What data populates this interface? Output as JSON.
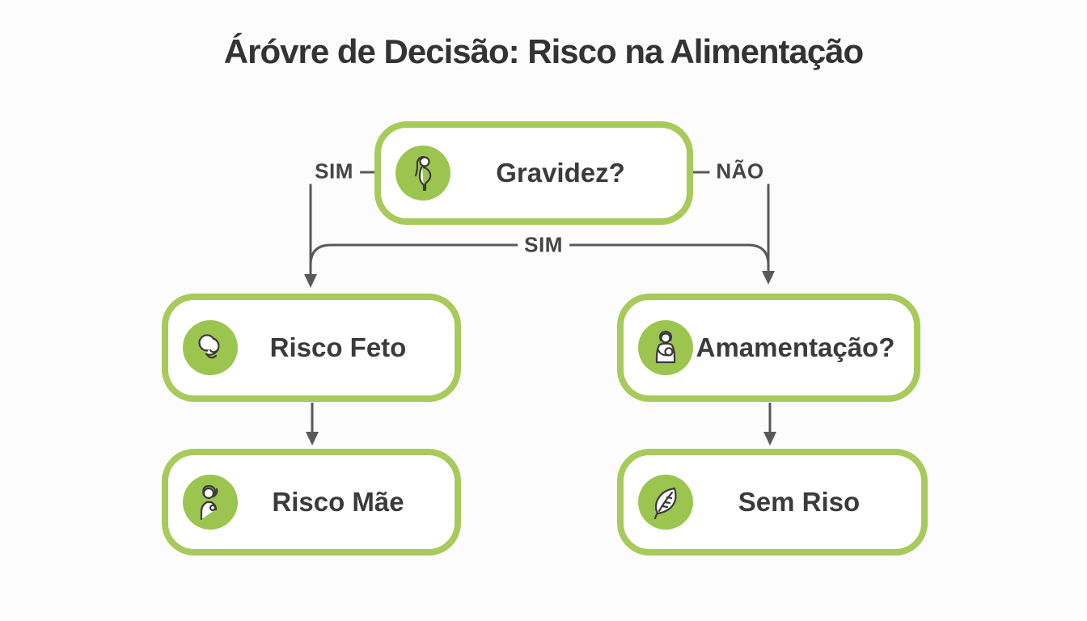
{
  "title": "Áróvre de Decisão: Risco na Alimentação",
  "colors": {
    "box_border_green": "#a7ca5b",
    "icon_circle_green": "#9bc54f",
    "connector_gray": "#58595b",
    "text_dark": "#3b3b3b",
    "title_color": "#333333",
    "background": "#fcfcfc"
  },
  "nodes": {
    "gravidez": {
      "label": "Gravidez?",
      "icon": "pregnant-woman-icon"
    },
    "risco_feto": {
      "label": "Risco Feto",
      "icon": "fetus-icon"
    },
    "amamentacao": {
      "label": "Amamentação?",
      "icon": "breastfeeding-icon"
    },
    "risco_mae": {
      "label": "Risco Mãe",
      "icon": "worried-woman-icon"
    },
    "sem_riso": {
      "label": "Sem Riso",
      "icon": "leaf-icon"
    }
  },
  "edge_labels": {
    "sim_left": "SIM",
    "nao_right": "NÃO",
    "sim_middle": "SIM"
  }
}
